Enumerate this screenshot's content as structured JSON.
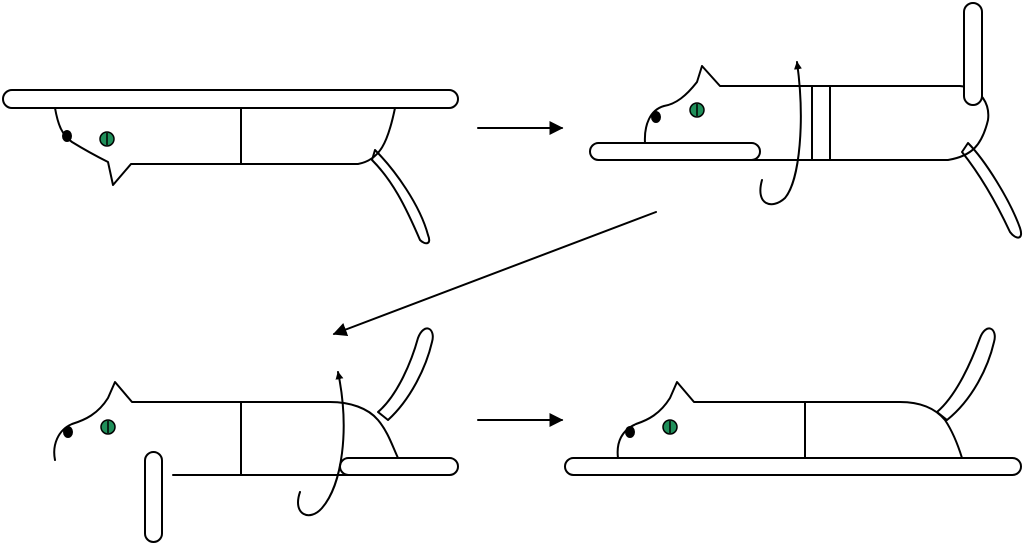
{
  "diagram": {
    "kind": "cat-righting-reflex",
    "panel_count": 4,
    "step_order": [
      "upside-down",
      "front-rotates",
      "rear-rotates",
      "upright"
    ],
    "colors": {
      "outline": "#000000",
      "background": "#ffffff",
      "eye": "#1f8f5a",
      "nose": "#000000"
    }
  }
}
